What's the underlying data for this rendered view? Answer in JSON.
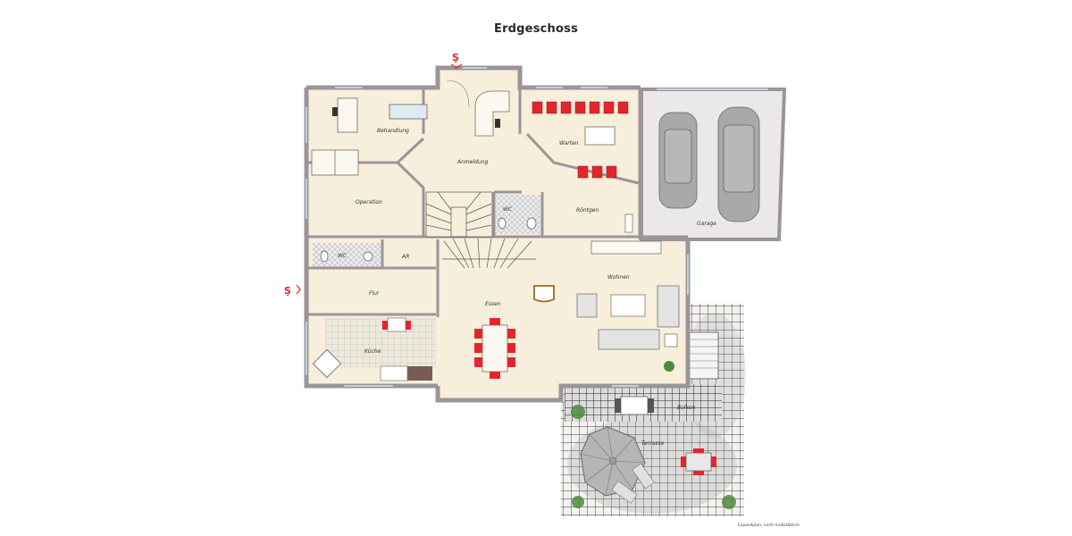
{
  "title": "Erdgeschoss",
  "footnote": "Exposéplan, nicht maßstäblich",
  "colors": {
    "floor": "#f7eedc",
    "wall": "#9c9498",
    "wall_dark": "#7d7579",
    "window": "#b9d3de",
    "chair_red": "#e3262b",
    "garage_floor": "#ebe8ea",
    "car": "#a9a9ab",
    "tile_line": "#2e2e2e",
    "plant": "#4d8a3f",
    "entrance_marker": "#e1251b"
  },
  "entrances": [
    {
      "name": "main-entrance",
      "icon": "sparkasse-logo-icon",
      "arrow": "down"
    },
    {
      "name": "side-entrance",
      "icon": "sparkasse-logo-icon",
      "arrow": "right"
    }
  ],
  "rooms": {
    "behandlung": "Behandlung",
    "operation": "Operation",
    "anmeldung": "Anmeldung",
    "wc1": "WC",
    "warten": "Warten",
    "rontgen": "Röntgen",
    "garage": "Garage",
    "wc2": "WC",
    "abstell": "AR",
    "flur": "Flur",
    "kuche": "Küche",
    "essen": "Essen",
    "wohnen": "Wohnen",
    "balkon": "Balkon",
    "terrasse": "Terrasse"
  }
}
